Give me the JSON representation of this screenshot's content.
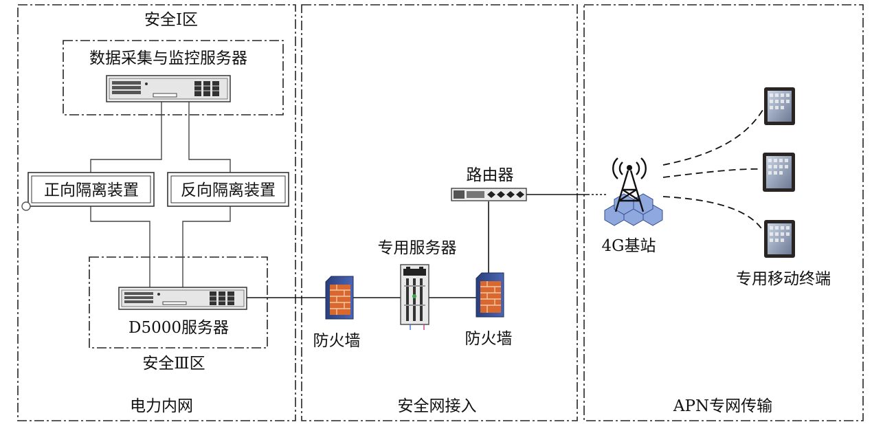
{
  "zones": {
    "power_intranet": "电力内网",
    "secure_access": "安全网接入",
    "apn_transport": "APN专网传输"
  },
  "regions": {
    "security_zone_1": "安全Ⅰ区",
    "security_zone_3": "安全Ⅲ区"
  },
  "nodes": {
    "scada_server": "数据采集与监控服务器",
    "forward_isolation": "正向隔离装置",
    "reverse_isolation": "反向隔离装置",
    "d5000_server": "D5000服务器",
    "firewall_1": "防火墙",
    "dedicated_server": "专用服务器",
    "firewall_2": "防火墙",
    "router": "路由器",
    "base_station": "4G基站",
    "mobile_terminal": "专用移动终端"
  },
  "icons": {
    "server": "rack-server-icon",
    "firewall": "firewall-icon",
    "router": "router-icon",
    "base_station": "cell-tower-icon",
    "terminal": "tablet-icon"
  }
}
